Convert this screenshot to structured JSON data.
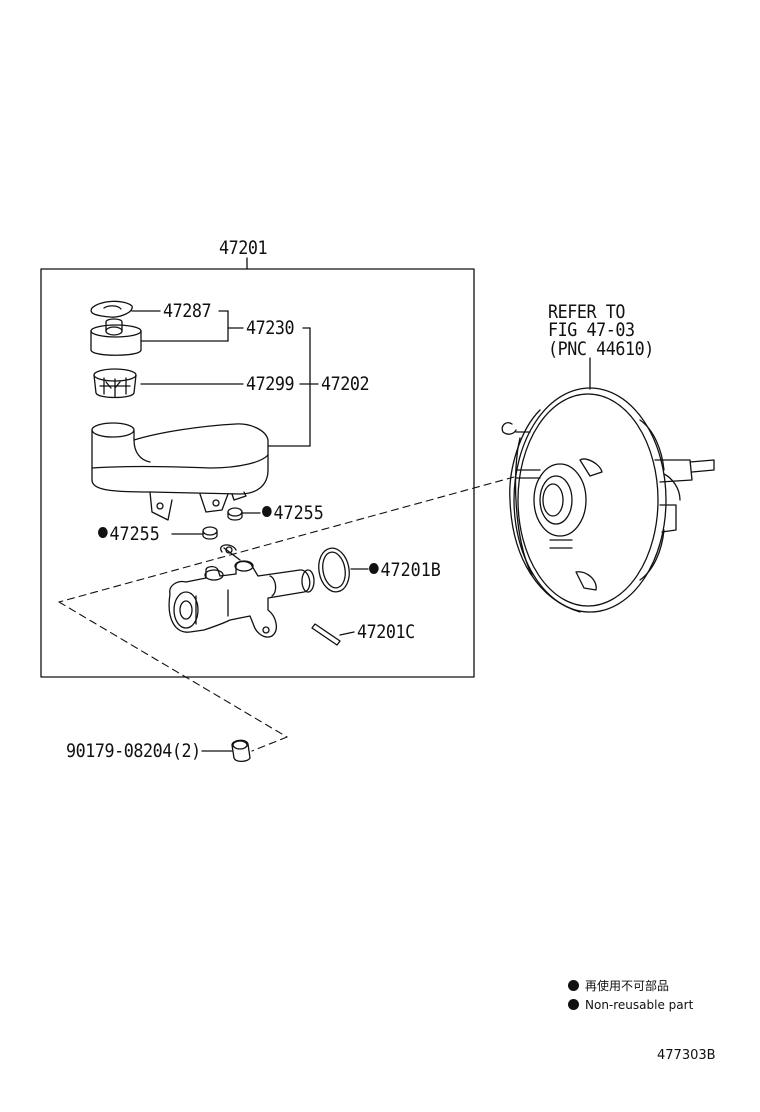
{
  "labels": {
    "assembly": "47201",
    "ring": "47287",
    "cap": "47230",
    "strainer": "47299",
    "reservoir": "47202",
    "grommet_right": "47255",
    "grommet_left": "47255",
    "oring": "47201B",
    "pin": "47201C",
    "nut": "90179-08204(2)"
  },
  "refer": {
    "line1": "REFER TO",
    "line2": "FIG 47-03",
    "line3": "(PNC 44610)"
  },
  "legend": {
    "jp": "再使用不可部品",
    "en": "Non-reusable part"
  },
  "figure_id": "477303B",
  "colors": {
    "ink": "#111111",
    "background": "#ffffff"
  }
}
